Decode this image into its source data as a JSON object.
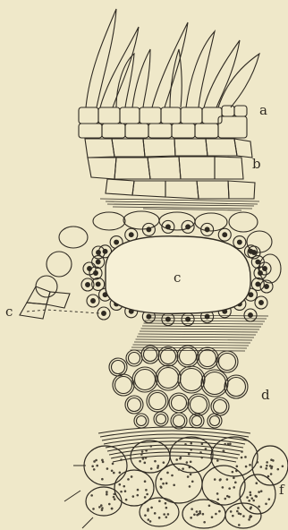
{
  "figure": {
    "background": "#efe8c9",
    "ink": "#2f2a22",
    "dot": "#4a4438",
    "labels": {
      "a": "a",
      "b": "b",
      "c_center": "c",
      "c_side": "c",
      "d": "d",
      "f": "f"
    }
  }
}
